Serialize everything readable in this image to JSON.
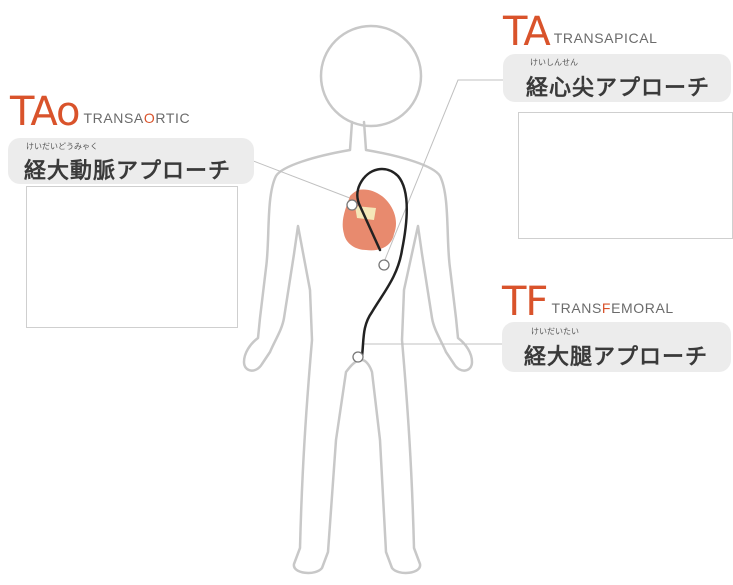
{
  "approaches": {
    "transaortic": {
      "abbr": "TAo",
      "eng_part1": "TRANSA",
      "eng_part2": "O",
      "eng_part3": "RTIC",
      "ruby": "けいだいどうみゃく",
      "japanese": "経大動脈アプローチ"
    },
    "transapical": {
      "abbr": "TA",
      "eng_part1": "TRANSA",
      "eng_part2": "PICAL",
      "ruby": "けいしんせん",
      "japanese": "経心尖アプローチ"
    },
    "transfemoral": {
      "abbr": "TF",
      "eng_part1": "TRANS",
      "eng_part2": "F",
      "eng_part3": "EMORAL",
      "ruby": "けいだいたい",
      "japanese": "経大腿アプローチ"
    }
  },
  "colors": {
    "accent": "#d9532b",
    "label_gray": "#6b6b6b",
    "pill_bg": "#ececec",
    "body_outline": "#c8c8c8",
    "heart": "#e88a6e",
    "catheter": "#222222"
  }
}
